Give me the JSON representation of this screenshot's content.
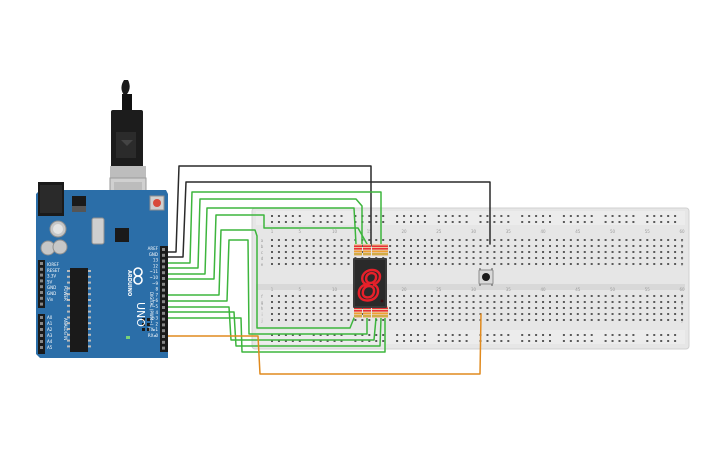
{
  "board": {
    "brand": "ARDUINO",
    "model": "UNO",
    "digital_label": "DIGITAL (PWM~)",
    "power_label": "POWER",
    "analog_label": "ANALOG IN",
    "top_pins": [
      "AREF",
      "GND",
      "13",
      "12",
      "~11",
      "~10",
      "~9",
      "8",
      "7",
      "~6",
      "~5",
      "4",
      "~3",
      "2",
      "TX▸1",
      "RX◂0"
    ],
    "power_pins": [
      "IOREF",
      "RESET",
      "3.3V",
      "5V",
      "GND",
      "GND",
      "Vin"
    ],
    "analog_pins": [
      "A0",
      "A1",
      "A2",
      "A3",
      "A4",
      "A5"
    ]
  },
  "breadboard": {
    "column_numbers": [
      "1",
      "5",
      "10",
      "15",
      "20",
      "25",
      "30",
      "35",
      "40",
      "45",
      "50",
      "55",
      "60"
    ],
    "row_letters": [
      "a",
      "b",
      "c",
      "d",
      "e",
      "f",
      "g",
      "h",
      "i",
      "j"
    ]
  },
  "display": {
    "digit": "8"
  },
  "colors": {
    "board": "#2b6ea8",
    "wire_green": "#3db53d",
    "wire_black": "#2a2a2a",
    "wire_orange": "#e08a1e",
    "segment_on": "#e8202a",
    "segment_off": "#3a0c10",
    "breadboard": "#e6e6e6"
  }
}
